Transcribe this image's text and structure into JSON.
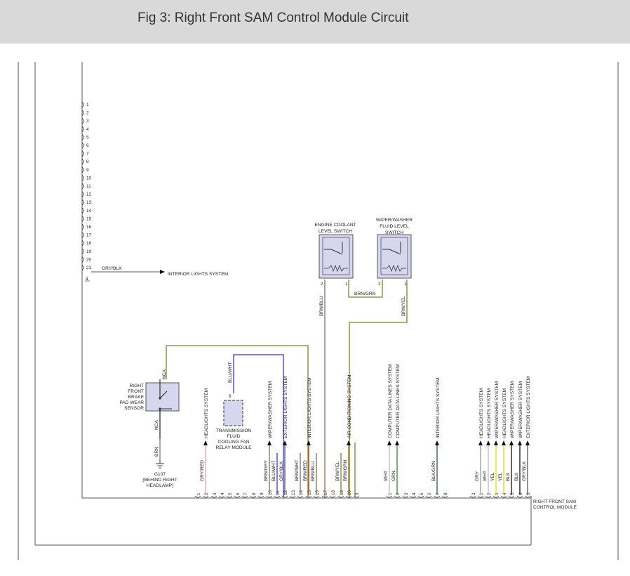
{
  "page": {
    "title": "Fig 3: Right Front SAM Control Module Circuit"
  },
  "connector_left": {
    "pins": [
      "1",
      "2",
      "3",
      "4",
      "5",
      "6",
      "7",
      "8",
      "9",
      "10",
      "11",
      "12",
      "13",
      "14",
      "15",
      "16",
      "17",
      "18",
      "19",
      "20",
      "21"
    ],
    "connector_number": "4",
    "wire_label": "GRY/BLK",
    "destination": "INTERIOR LIGHTS SYSTEM"
  },
  "components": {
    "coolant_switch": {
      "lines": [
        "ENGINE COOLANT",
        "LEVEL SWITCH"
      ],
      "pin_left": "2",
      "pin_right": "1"
    },
    "washer_switch": {
      "lines": [
        "WIPER/WASHER",
        "FLUID LEVEL",
        "SWITCH"
      ],
      "pin_left": "2",
      "pin_right": "1"
    },
    "brake_sensor": {
      "lines": [
        "RIGHT",
        "FRONT",
        "BRAKE",
        "PAD WEAR",
        "SENSOR"
      ],
      "terminal_top": "NCA",
      "terminal_bottom": "NCA",
      "wire": "BRN"
    },
    "ground": {
      "lines": [
        "G107",
        "(BEHIND RIGHT",
        "HEADLAMP)"
      ]
    },
    "relay_module": {
      "lines": [
        "TRANSMISSION",
        "FLUID",
        "COOLING FAN",
        "RELAY MODULE"
      ],
      "pin": "6",
      "wire": "BLU/WHT"
    },
    "sam_module": {
      "lines": [
        "RIGHT FRONT SAM",
        "CONTROL MODULE"
      ]
    }
  },
  "wires": {
    "coolant_out": "BRN/BLU",
    "switch_link": "BRN/GRN",
    "washer_out": "BRN/YEL"
  },
  "bottom_pins": [
    {
      "pin": "1",
      "wire": "",
      "system": ""
    },
    {
      "pin": "2",
      "wire": "GRY/RED",
      "system": "HEADLIGHTS SYSTEM"
    },
    {
      "pin": "3",
      "wire": "",
      "system": ""
    },
    {
      "pin": "4",
      "wire": "",
      "system": ""
    },
    {
      "pin": "5",
      "wire": "",
      "system": ""
    },
    {
      "pin": "6",
      "wire": "",
      "system": ""
    },
    {
      "pin": "7",
      "wire": "",
      "system": ""
    },
    {
      "pin": "8",
      "wire": "",
      "system": ""
    },
    {
      "pin": "9",
      "wire": "",
      "system": ""
    },
    {
      "pin": "10",
      "wire": "BRN/GRY",
      "system": "WIPER/WASHER SYSTEM"
    },
    {
      "pin": "11",
      "wire": "BLU/WHT",
      "system": ""
    },
    {
      "pin": "12",
      "wire": "GRY/BLK",
      "system": "EXTERIOR LIGHTS SYSTEM"
    },
    {
      "pin": "13",
      "wire": "",
      "system": ""
    },
    {
      "pin": "14",
      "wire": "BRN/WHT",
      "system": ""
    },
    {
      "pin": "15",
      "wire": "BRN/RED",
      "system": "INTERIOR LIGHTS SYSTEM"
    },
    {
      "pin": "16",
      "wire": "BRN/BLU",
      "system": ""
    },
    {
      "pin": "17",
      "wire": "",
      "system": ""
    },
    {
      "pin": "18",
      "wire": "",
      "system": ""
    },
    {
      "pin": "19",
      "wire": "BRN/YEL",
      "system": ""
    },
    {
      "pin": "20",
      "wire": "BRN/GRN",
      "system": "AIR CONDITIONING SYSTEM"
    },
    {
      "pin": "3",
      "wire": "",
      "system": ""
    },
    {
      "pin": "1",
      "wire": "WHT",
      "system": "COMPUTER DATA LINES SYSTEM"
    },
    {
      "pin": "2",
      "wire": "GRN",
      "system": "COMPUTER DATA LINES SYSTEM"
    },
    {
      "pin": "3",
      "wire": "",
      "system": ""
    },
    {
      "pin": "4",
      "wire": "",
      "system": ""
    },
    {
      "pin": "5",
      "wire": "",
      "system": ""
    },
    {
      "pin": "6",
      "wire": "",
      "system": ""
    },
    {
      "pin": "7",
      "wire": "BLK/GRN",
      "system": "INTERIOR LIGHTS SYSTEM"
    },
    {
      "pin": "8",
      "wire": "",
      "system": ""
    },
    {
      "pin": "2",
      "wire": "",
      "system": ""
    },
    {
      "pin": "1",
      "wire": "GRY",
      "system": "HEADLIGHTS SYSTEM"
    },
    {
      "pin": "2",
      "wire": "WHT",
      "system": "HEADLIGHTS SYSTEM"
    },
    {
      "pin": "3",
      "wire": "YEL",
      "system": "WIPER/WASHER SYSTEM"
    },
    {
      "pin": "4",
      "wire": "YEL",
      "system": "HEADLIGHTS SYSTEM"
    },
    {
      "pin": "5",
      "wire": "BLK",
      "system": "WIPER/WASHER SYSTEM"
    },
    {
      "pin": "6",
      "wire": "BLK",
      "system": "WIPER/WASHER SYSTEM"
    },
    {
      "pin": "6",
      "wire": "GRY/BLK",
      "system": "EXTERIOR LIGHTS SYSTEM"
    },
    {
      "pin": "1",
      "wire": "",
      "system": ""
    }
  ],
  "colors": {
    "header_bg": "#d9d9d9",
    "component_fill": "#d6d6ef",
    "brown": "#8b6a55",
    "olive": "#8c7a2a",
    "blue": "#3a33cc",
    "green": "#2e8b2e",
    "yellow": "#e6dc00",
    "pink": "#e8a0a0"
  }
}
